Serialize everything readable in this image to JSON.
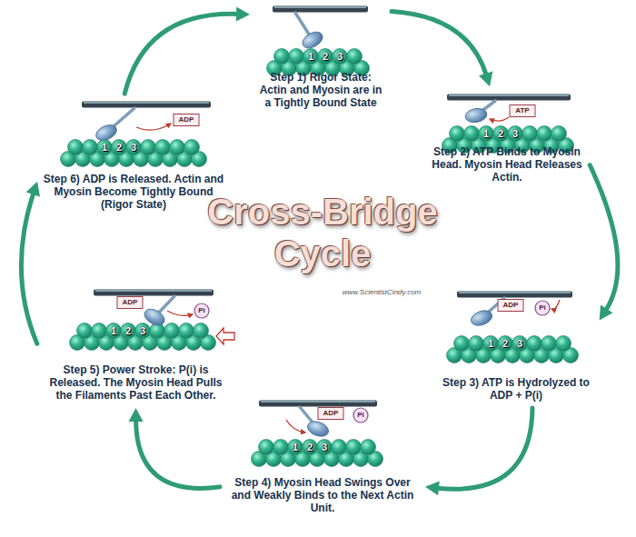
{
  "diagram": {
    "title": "Cross-Bridge Cycle",
    "nodes": [
      {
        "text": [
          "Step 1) Rigor State: Actin and Myosin are in a Tightly Bound State"
        ]
      },
      {
        "text": [
          "Step 2) ATP Binds to Myosin Head. Myosin Head Releases Actin."
        ]
      },
      {
        "text": [
          "Step 3) ATP is Hydrolyzed to ADP + P(i)"
        ]
      },
      {
        "text": [
          "Step 4) Myosin Head Swings Over and Weakly Binds to the Next Actin Unit."
        ]
      },
      {
        "text": [
          "Step 5) Power Stroke: P(i) is Released. The Myosin Head Pulls the Filaments Past Each Other."
        ]
      },
      {
        "text": [
          "Step 6) ADP is Released. Actin and Myosin Become Tightly Bound (Rigor State)"
        ]
      }
    ],
    "edges": [
      {
        "from": 0,
        "to": 1,
        "arrow": "to"
      },
      {
        "from": 1,
        "to": 2,
        "arrow": "to"
      },
      {
        "from": 2,
        "to": 3,
        "arrow": "to"
      },
      {
        "from": 3,
        "to": 4,
        "arrow": "to"
      },
      {
        "from": 4,
        "to": 5,
        "arrow": "to"
      },
      {
        "from": 5,
        "to": 0,
        "arrow": "to"
      }
    ],
    "labels": [
      "1",
      "2",
      "3",
      "ATP",
      "1",
      "2",
      "3",
      "ADP",
      "Pi",
      "1",
      "2",
      "3",
      "1",
      "2",
      "3",
      "ADP",
      "Pi",
      "ADP",
      "Pi",
      "1",
      "2",
      "3",
      "ADP",
      "1",
      "2",
      "3",
      "www.ScientistCindy.com"
    ]
  }
}
